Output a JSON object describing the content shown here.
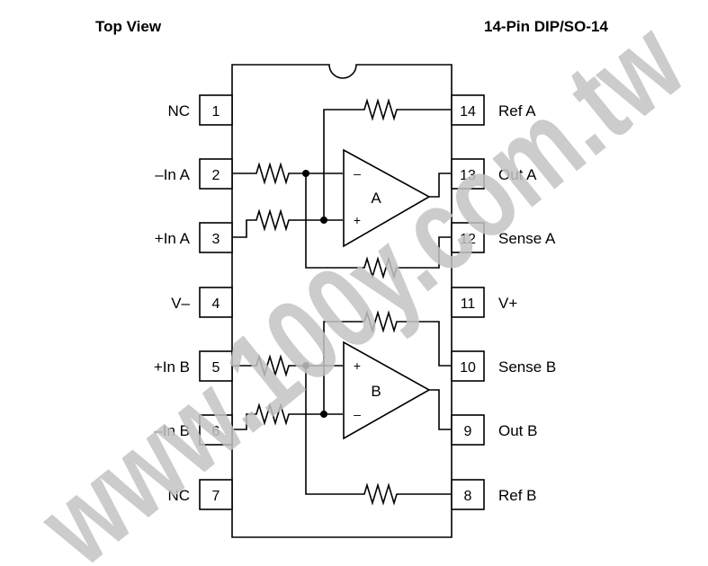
{
  "header": {
    "left_title": "Top View",
    "right_title": "14-Pin DIP/SO-14"
  },
  "pins": [
    {
      "number": "1",
      "name": "NC"
    },
    {
      "number": "2",
      "name": "–In A"
    },
    {
      "number": "3",
      "name": "+In A"
    },
    {
      "number": "4",
      "name": "V–"
    },
    {
      "number": "5",
      "name": "+In B"
    },
    {
      "number": "6",
      "name": "–In B"
    },
    {
      "number": "7",
      "name": "NC"
    },
    {
      "number": "8",
      "name": "Ref B"
    },
    {
      "number": "9",
      "name": "Out B"
    },
    {
      "number": "10",
      "name": "Sense B"
    },
    {
      "number": "11",
      "name": "V+"
    },
    {
      "number": "12",
      "name": "Sense A"
    },
    {
      "number": "13",
      "name": "Out A"
    },
    {
      "number": "14",
      "name": "Ref A"
    }
  ],
  "amplifiers": [
    {
      "label": "A",
      "inverting_sign": "–",
      "noninverting_sign": "+"
    },
    {
      "label": "B",
      "inverting_sign": "–",
      "noninverting_sign": "+"
    }
  ],
  "watermark": "www.100y.com.tw"
}
